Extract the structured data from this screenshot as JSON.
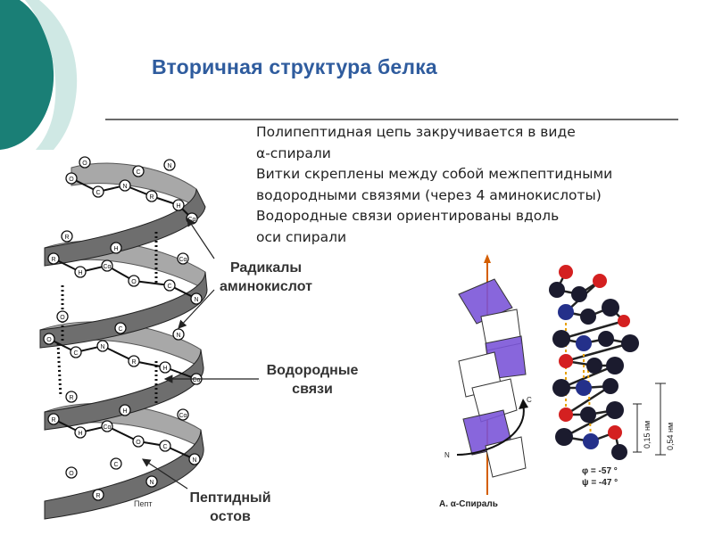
{
  "slide": {
    "title": "Вторичная структура белка",
    "description_lines": [
      "Полипептидная цепь закручивается в виде",
      "α-спирали",
      "Витки скреплены между собой межпептидными",
      "водородными связями (через 4 аминокислоты)",
      "Водородные связи ориентированы вдоль",
      "оси спирали"
    ],
    "labels": {
      "radicals": [
        "Радикалы",
        "аминокислот"
      ],
      "hydrogen_bonds": [
        "Водородные",
        "связи"
      ],
      "peptide_backbone": [
        "Пептидный",
        "остов"
      ]
    },
    "helix_figure": {
      "atom_letters": [
        "O",
        "C",
        "N",
        "R",
        "H",
        "Cα"
      ],
      "bottom_text": "Пепт"
    },
    "right_figure": {
      "caption": "А. α-Спираль",
      "phi": "φ = -57 °",
      "psi": "ψ = -47 °",
      "scale_small": "0,15 нм",
      "scale_large": "0,54 нм",
      "axis_letters": {
        "c": "C",
        "n": "N"
      }
    },
    "colors": {
      "title": "#2f5c9e",
      "accent_teal": "#1a7f76",
      "ribbon": "#7f7f7f",
      "ribbon_dark": "#3a3a3a",
      "plane_fill": "#7b55d8",
      "atom_dark": "#1b1b2e",
      "atom_red": "#d42020",
      "atom_blue": "#24308a",
      "hbond": "#e7a000",
      "axis": "#d45e00"
    }
  }
}
